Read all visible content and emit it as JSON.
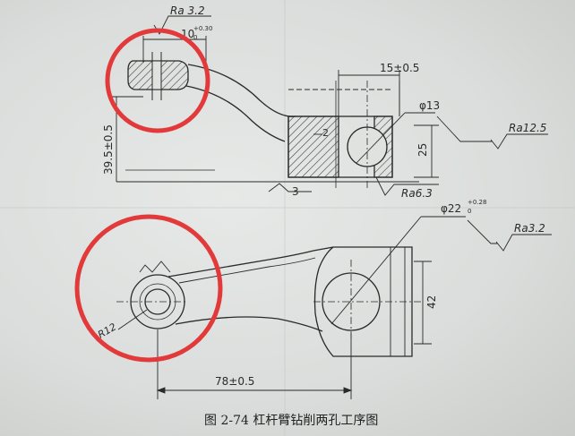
{
  "annotations": {
    "ra_top": "Ra 3.2",
    "width_top_base": "10",
    "width_top_upper": "+0.30",
    "width_top_lower": "0",
    "dim_15": "15±0.5",
    "dim_phi13": "φ13",
    "ra_12_5": "Ra12.5",
    "dim_2": "2",
    "dim_25": "25",
    "dim_39_5": "39.5±0.5",
    "dim_3": "3",
    "ra_6_3": "Ra6.3",
    "phi22_base": "φ22",
    "phi22_upper": "+0.28",
    "phi22_lower": "0",
    "ra_3_2_right": "Ra3.2",
    "dim_42": "42",
    "dim_r12": "R12",
    "dim_78": "78±0.5"
  },
  "caption": "图 2-74   杠杆臂钻削两孔工序图",
  "colors": {
    "line": "#2a2a2a",
    "hatch": "#3a3a3a",
    "highlight": "#e23a3a",
    "paper": "#dfe2df"
  }
}
